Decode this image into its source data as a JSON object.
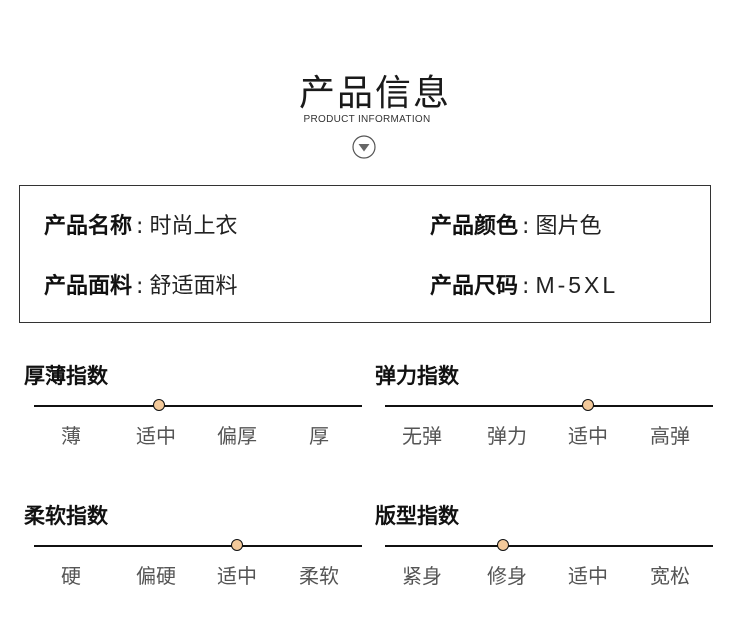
{
  "header": {
    "title": "产品信息",
    "subtitle": "PRODUCT INFORMATION",
    "icon": "chevron-down-circle-icon"
  },
  "info": {
    "name_label": "产品名称",
    "name_value": "时尚上衣",
    "color_label": "产品颜色",
    "color_value": "图片色",
    "fabric_label": "产品面料",
    "fabric_value": "舒适面料",
    "size_label": "产品尺码",
    "size_value": "M-5XL",
    "separator": ":"
  },
  "scales": {
    "thickness": {
      "title": "厚薄指数",
      "options": [
        "薄",
        "适中",
        "偏厚",
        "厚"
      ],
      "selected_position": 0.38
    },
    "elasticity": {
      "title": "弹力指数",
      "options": [
        "无弹",
        "弹力",
        "适中",
        "高弹"
      ],
      "selected_position": 0.62
    },
    "softness": {
      "title": "柔软指数",
      "options": [
        "硬",
        "偏硬",
        "适中",
        "柔软"
      ],
      "selected_position": 0.62
    },
    "fit": {
      "title": "版型指数",
      "options": [
        "紧身",
        "修身",
        "适中",
        "宽松"
      ],
      "selected_position": 0.36
    }
  },
  "colors": {
    "indicator": "#f3c99a",
    "line": "#111111"
  }
}
